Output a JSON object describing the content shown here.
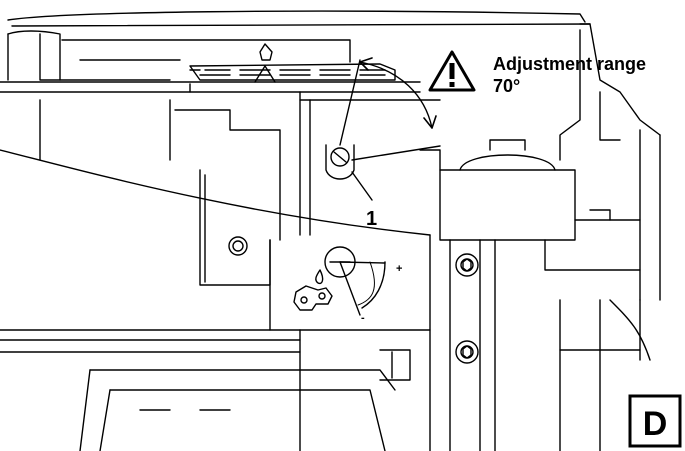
{
  "annotation": {
    "range_label_line1": "Adjustment range",
    "range_label_line2": "70°",
    "callout_number": "1",
    "oil_adjust_plus": "+",
    "oil_adjust_minus": "-"
  },
  "figure_letter": "D",
  "icons": [
    "warning-triangle-icon",
    "oil-drop-icon",
    "chain-link-icon",
    "torx-screw-icon"
  ],
  "colors": {
    "line": "#000000",
    "background": "#ffffff"
  }
}
